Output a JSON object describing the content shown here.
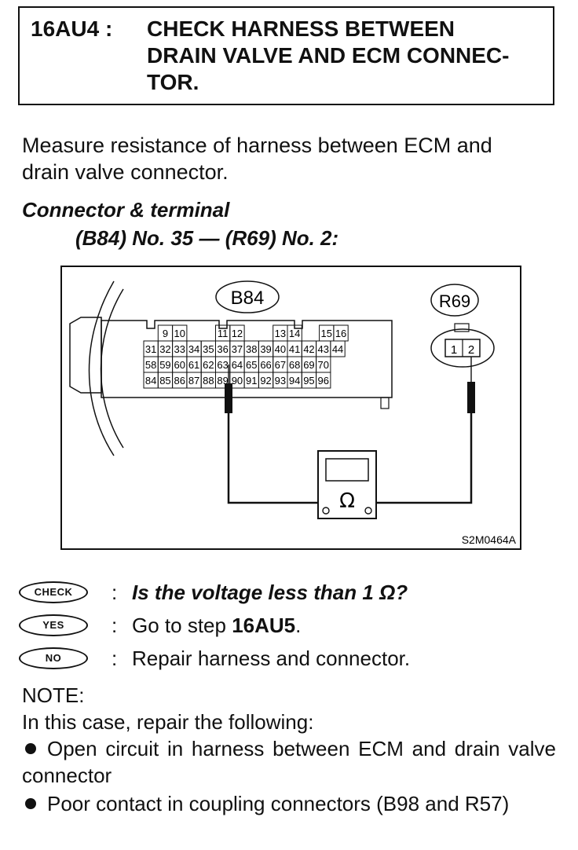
{
  "step": {
    "code": "16AU4 :",
    "title": "CHECK HARNESS BETWEEN\nDRAIN VALVE AND ECM CONNEC-\nTOR."
  },
  "intro": "Measure resistance of harness between ECM and\ndrain valve connector.",
  "connector": {
    "heading": "Connector & terminal",
    "terminals": "(B84) No. 35 — (R69) No. 2:"
  },
  "diagram": {
    "ecm_connector_label": "B84",
    "drain_connector_label": "R69",
    "ecm_top_row": [
      "9",
      "10",
      "11",
      "12",
      "13",
      "14",
      "15",
      "16"
    ],
    "ecm_row_2": [
      "31",
      "32",
      "33",
      "34",
      "35",
      "36",
      "37",
      "38",
      "39",
      "40",
      "41",
      "42",
      "43",
      "44"
    ],
    "ecm_row_3": [
      "58",
      "59",
      "60",
      "61",
      "62",
      "63",
      "64",
      "65",
      "66",
      "67",
      "68",
      "69",
      "70"
    ],
    "ecm_row_4": [
      "84",
      "85",
      "86",
      "87",
      "88",
      "89",
      "90",
      "91",
      "92",
      "93",
      "94",
      "95",
      "96"
    ],
    "drain_pins": [
      "1",
      "2"
    ],
    "meter_symbol": "Ω",
    "figure_code": "S2M0464A"
  },
  "legend": {
    "check": {
      "badge": "CHECK",
      "text": "Is the voltage less than 1 Ω?"
    },
    "yes": {
      "badge": "YES",
      "prefix": "Go to step ",
      "step": "16AU5",
      "suffix": "."
    },
    "no": {
      "badge": "NO",
      "text": "Repair harness and connector."
    }
  },
  "note": {
    "label": "NOTE:",
    "intro": "In this case, repair the following:",
    "items": [
      "Open circuit in harness between ECM and drain valve connector",
      "Poor contact in coupling connectors (B98 and R57)"
    ]
  }
}
